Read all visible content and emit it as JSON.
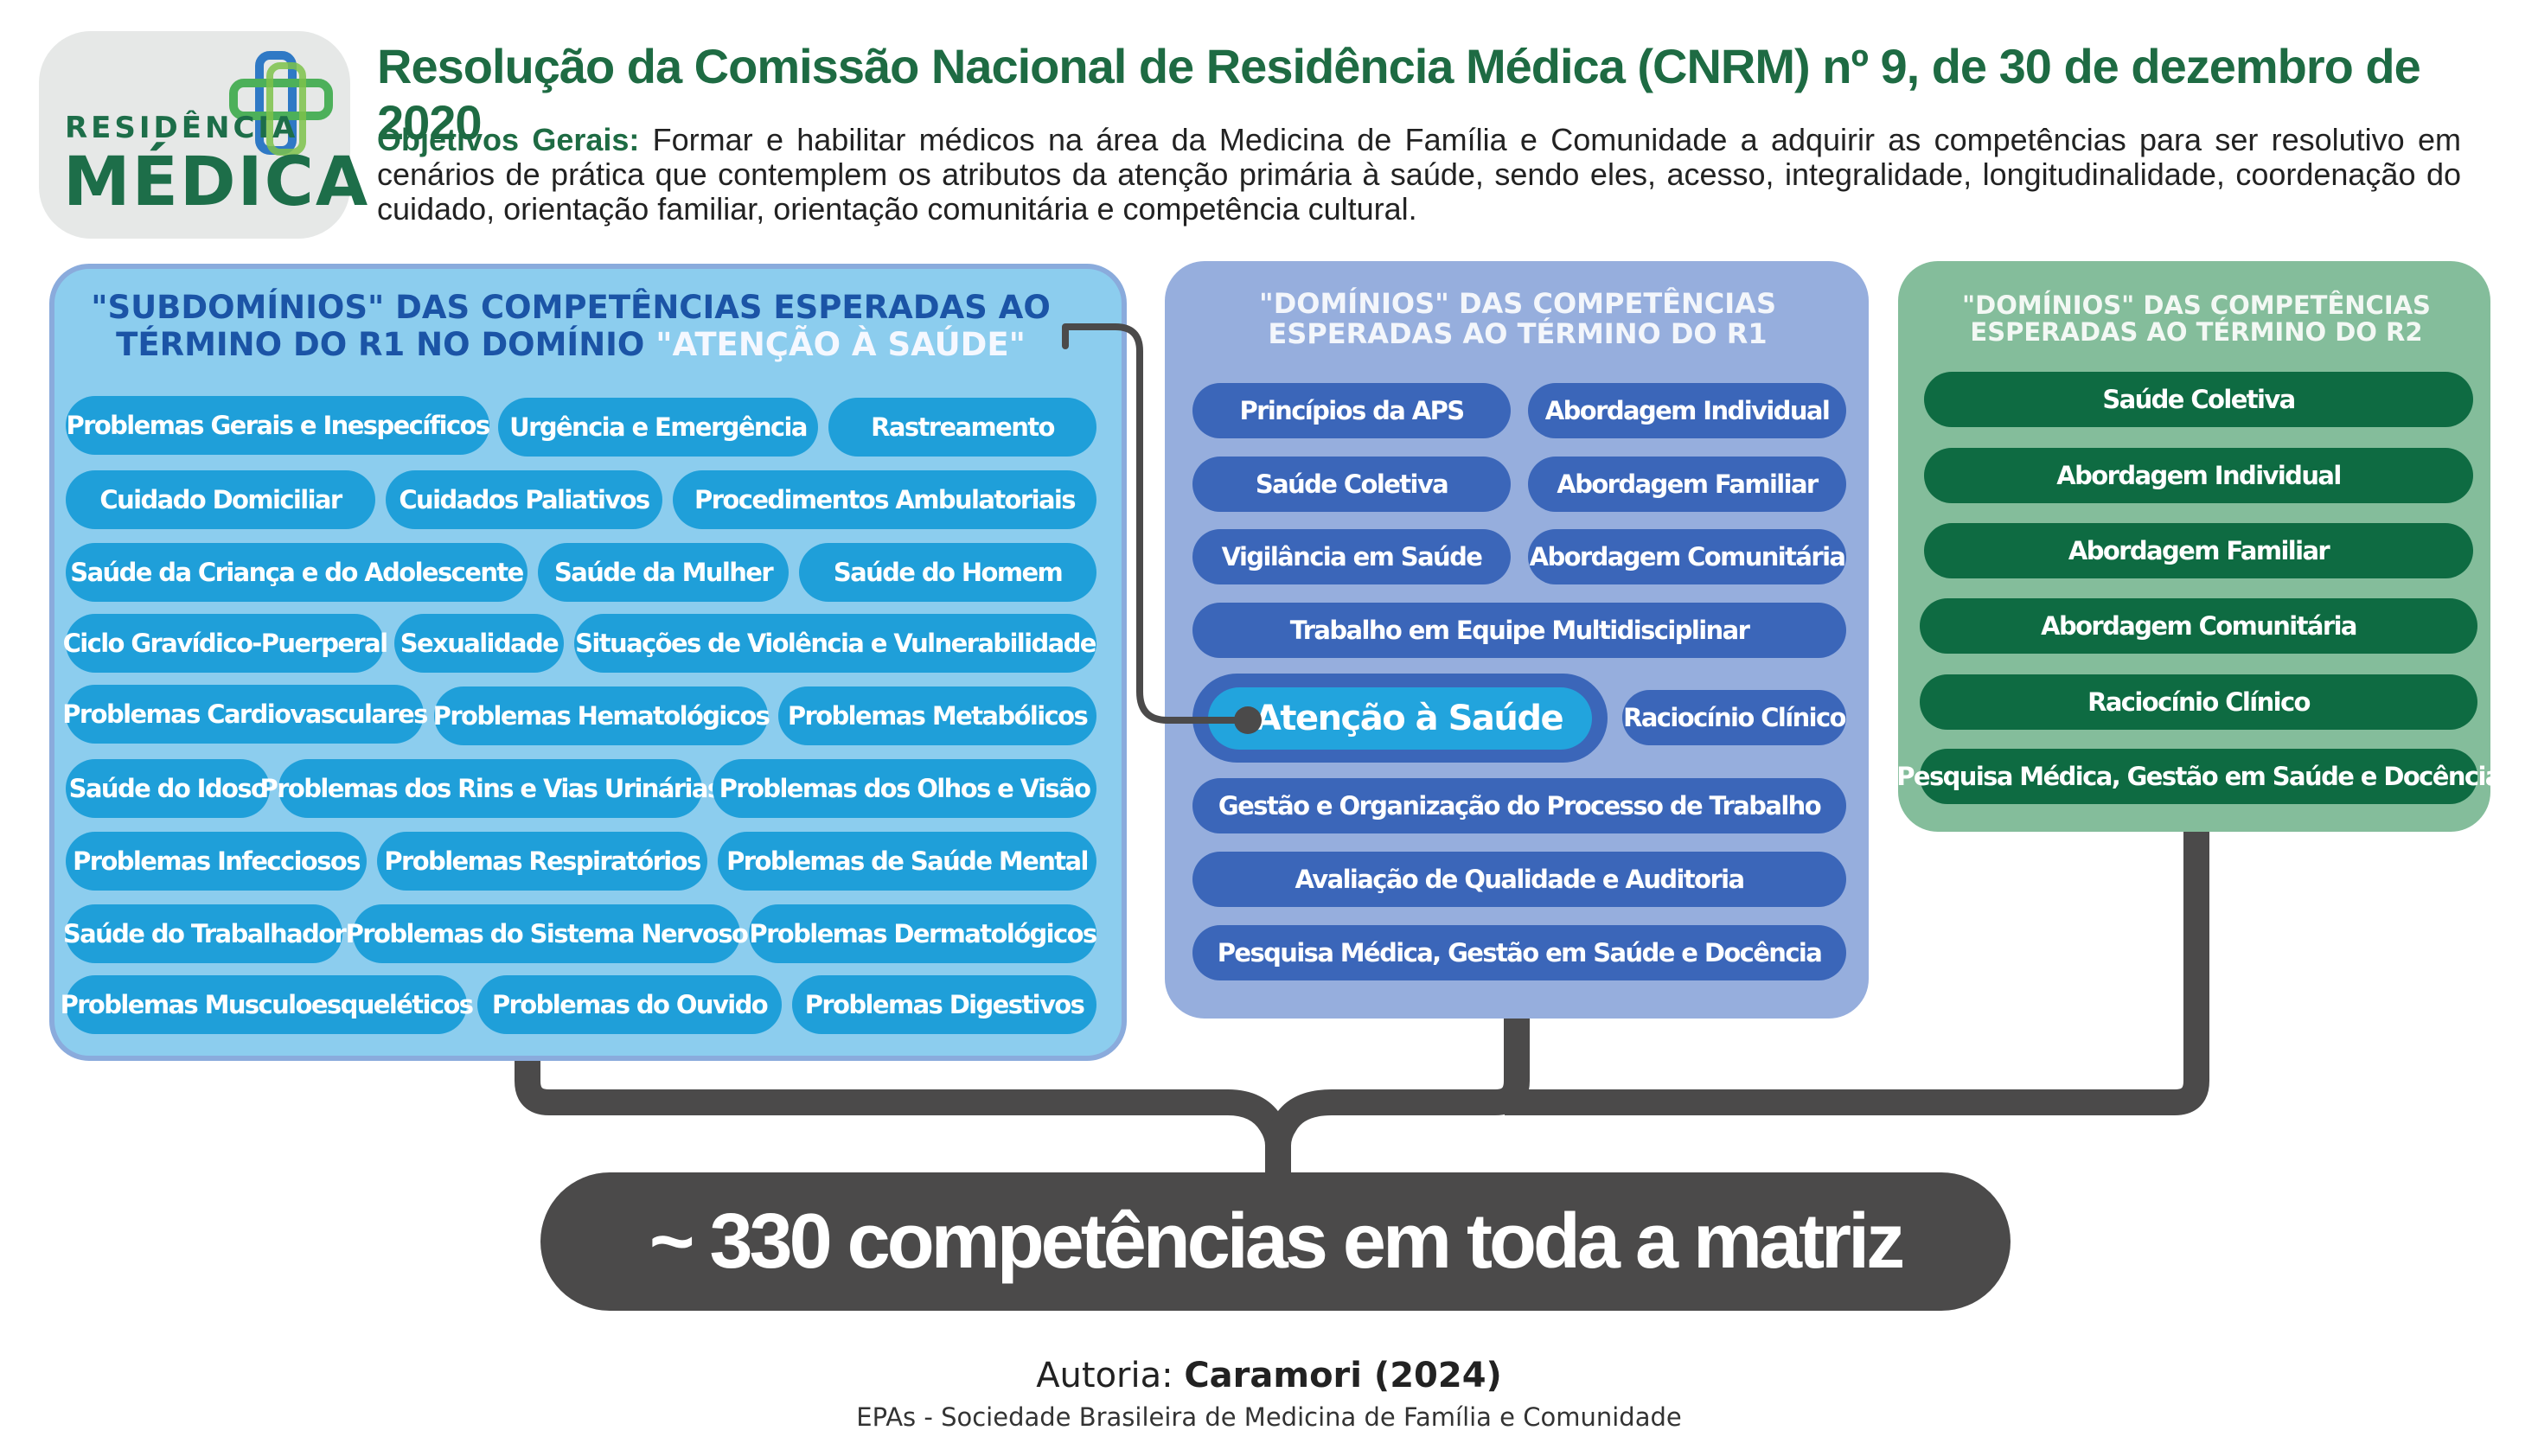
{
  "logo": {
    "line1": "RESIDÊNCIA",
    "line2": "MÉDICA"
  },
  "header": {
    "title": "Resolução da Comissão Nacional de Residência Médica (CNRM) nº 9, de 30 de dezembro de 2020",
    "objectives_label": "Objetivos Gerais:",
    "objectives_text": " Formar e habilitar médicos na área da Medicina de Família e Comunidade a adquirir as competências para ser resolutivo em cenários de prática que contemplem os atributos da atenção primária à saúde, sendo eles, acesso, integralidade, longitudinalidade, coordenação do cuidado, orientação familiar, orientação comunitária e competência cultural."
  },
  "subdomains": {
    "title_part1": "\"SUBDOMÍNIOS\" DAS COMPETÊNCIAS ESPERADAS AO TÉRMINO DO R1 NO DOMÍNIO ",
    "title_highlight": "\"ATENÇÃO À SAÚDE\"",
    "items": [
      "Problemas Gerais e Inespecíficos",
      "Urgência e Emergência",
      "Rastreamento",
      "Cuidado Domiciliar",
      "Cuidados Paliativos",
      "Procedimentos Ambulatoriais",
      "Saúde da Criança e do Adolescente",
      "Saúde da Mulher",
      "Saúde do Homem",
      "Ciclo Gravídico-Puerperal",
      "Sexualidade",
      "Situações de Violência e Vulnerabilidade",
      "Problemas Cardiovasculares",
      "Problemas Hematológicos",
      "Problemas Metabólicos",
      "Saúde do Idoso",
      "Problemas dos Rins e Vias Urinárias",
      "Problemas dos Olhos e Visão",
      "Problemas Infecciosos",
      "Problemas Respiratórios",
      "Problemas de Saúde Mental",
      "Saúde do Trabalhador",
      "Problemas do Sistema Nervoso",
      "Problemas Dermatológicos",
      "Problemas Musculoesqueléticos",
      "Problemas do Ouvido",
      "Problemas Digestivos"
    ]
  },
  "r1": {
    "title": "\"DOMÍNIOS\" DAS COMPETÊNCIAS ESPERADAS AO TÉRMINO DO R1",
    "items": [
      "Princípios da APS",
      "Abordagem Individual",
      "Saúde Coletiva",
      "Abordagem Familiar",
      "Vigilância em Saúde",
      "Abordagem Comunitária",
      "Trabalho em Equipe Multidisciplinar",
      "Atenção à Saúde",
      "Raciocínio Clínico",
      "Gestão e Organização do Processo de Trabalho",
      "Avaliação de  Qualidade e Auditoria",
      "Pesquisa Médica, Gestão em Saúde e Docência"
    ]
  },
  "r2": {
    "title": "\"DOMÍNIOS\" DAS COMPETÊNCIAS ESPERADAS AO TÉRMINO DO R2",
    "items": [
      "Saúde Coletiva",
      "Abordagem Individual",
      "Abordagem Familiar",
      "Abordagem Comunitária",
      "Raciocínio Clínico",
      "Pesquisa Médica, Gestão em Saúde e Docência"
    ]
  },
  "total": "~ 330 competências em toda a matriz",
  "footer": {
    "author_label": "Autoria: ",
    "author_name": "Caramori (2024)",
    "source": "EPAs - Sociedade Brasileira de Medicina de Família e Comunidade"
  },
  "colors": {
    "title_green": "#1e6b43",
    "sub_panel": "#8ccdee",
    "sub_pill": "#1f9fd9",
    "r1_panel": "#96aedd",
    "r1_pill": "#3b66b9",
    "r2_panel": "#84bd9b",
    "r2_pill": "#0e6b42",
    "connector": "#4b4a4a"
  }
}
